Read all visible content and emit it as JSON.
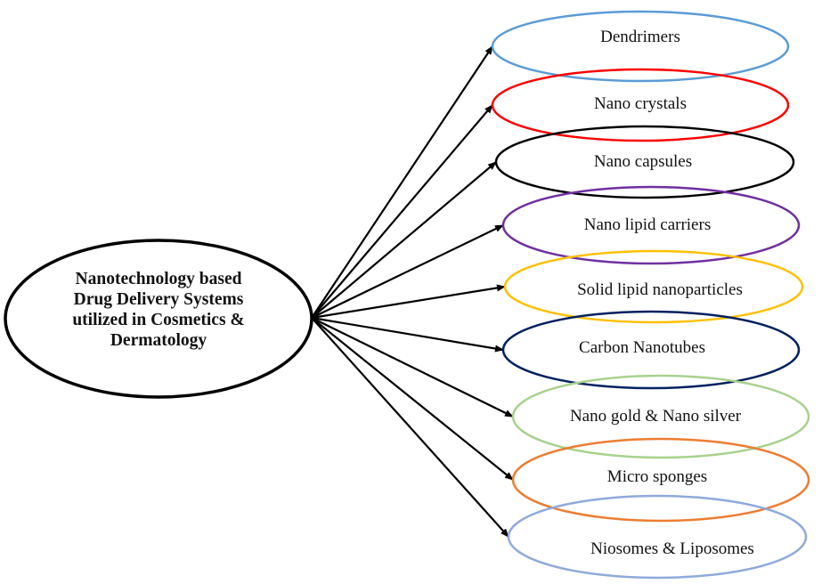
{
  "diagram": {
    "central": {
      "lines": [
        "Nanotechnology based",
        "Drug Delivery Systems",
        "utilized in Cosmetics &",
        "Dermatology"
      ],
      "stroke_color": "#000000"
    },
    "nodes": [
      {
        "label": "Dendrimers",
        "color": "#5B9BD5"
      },
      {
        "label": "Nano crystals",
        "color": "#FF0000"
      },
      {
        "label": "Nano capsules",
        "color": "#000000"
      },
      {
        "label": "Nano lipid carriers",
        "color": "#7030A0"
      },
      {
        "label": "Solid lipid nanoparticles",
        "color": "#FFC000"
      },
      {
        "label": "Carbon Nanotubes",
        "color": "#002060"
      },
      {
        "label": "Nano gold & Nano silver",
        "color": "#A9D18E"
      },
      {
        "label": "Micro sponges",
        "color": "#ED7D31"
      },
      {
        "label": "Niosomes & Liposomes",
        "color": "#8FAADC"
      }
    ],
    "arrow_color": "#000000"
  }
}
